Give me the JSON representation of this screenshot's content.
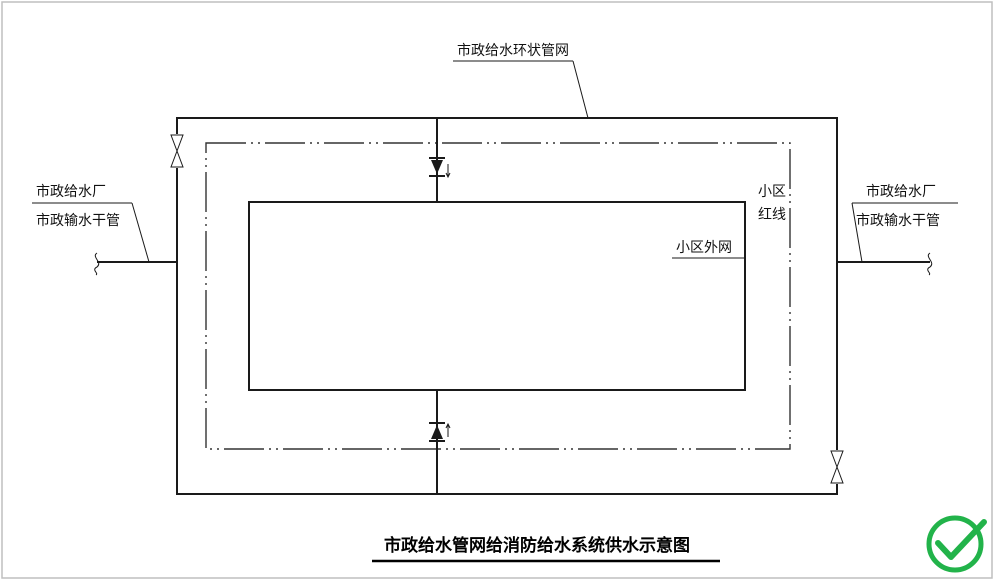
{
  "labels": {
    "ring_main": "市政给水环状管网",
    "left_line1": "市政给水厂",
    "left_line2": "市政输水干管",
    "right_line1": "市政给水厂",
    "right_line2": "市政输水干管",
    "redline_line1": "小区",
    "redline_line2": "红线",
    "outer_network": "小区外网"
  },
  "title": "市政给水管网给消防给水系统供水示意图",
  "colors": {
    "frame": "#bfbfbf",
    "line": "#1a1a1a",
    "check": "#22b34a"
  },
  "icons": {
    "check": "check-circle-icon"
  }
}
